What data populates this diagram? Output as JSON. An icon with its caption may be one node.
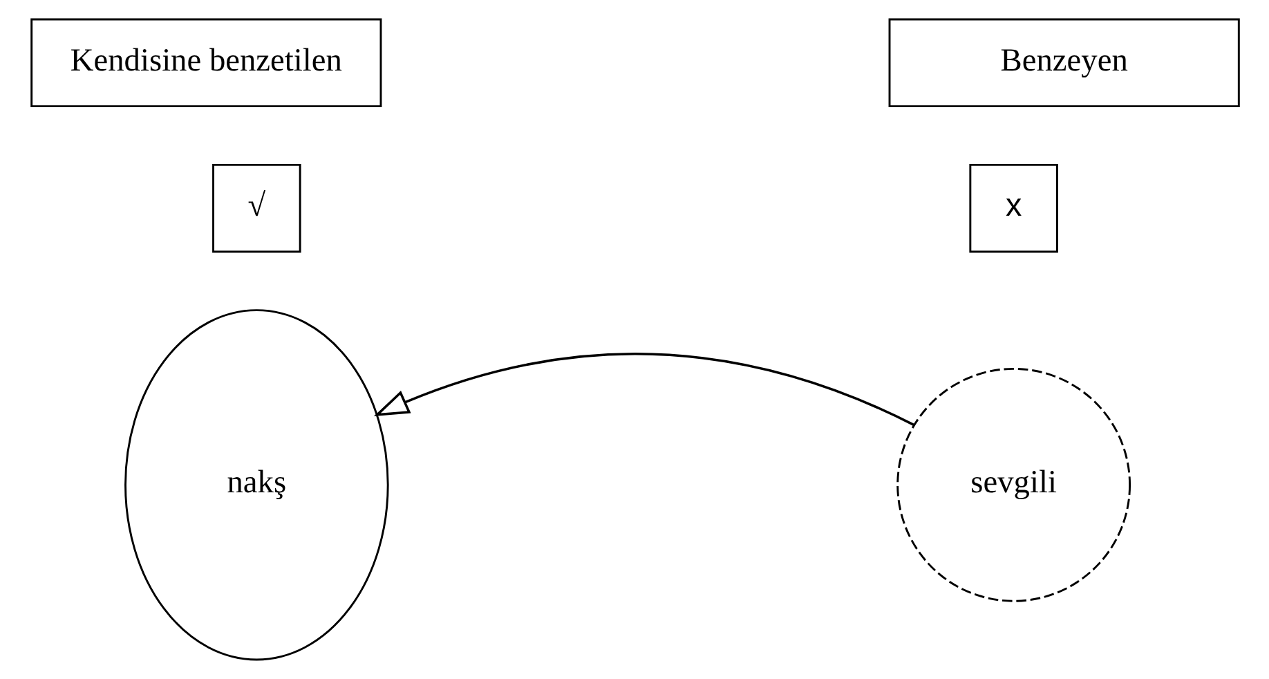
{
  "diagram": {
    "nodes": [
      {
        "text": [
          "Kendisine benzetilen"
        ]
      },
      {
        "text": [
          "Benzeyen"
        ]
      },
      {
        "text": [
          "√"
        ]
      },
      {
        "text": [
          "x"
        ]
      },
      {
        "text": [
          "nakş"
        ]
      },
      {
        "text": [
          "sevgili"
        ]
      }
    ],
    "edges": [
      {
        "from": 5,
        "to": 4,
        "arrow": "to"
      }
    ]
  }
}
